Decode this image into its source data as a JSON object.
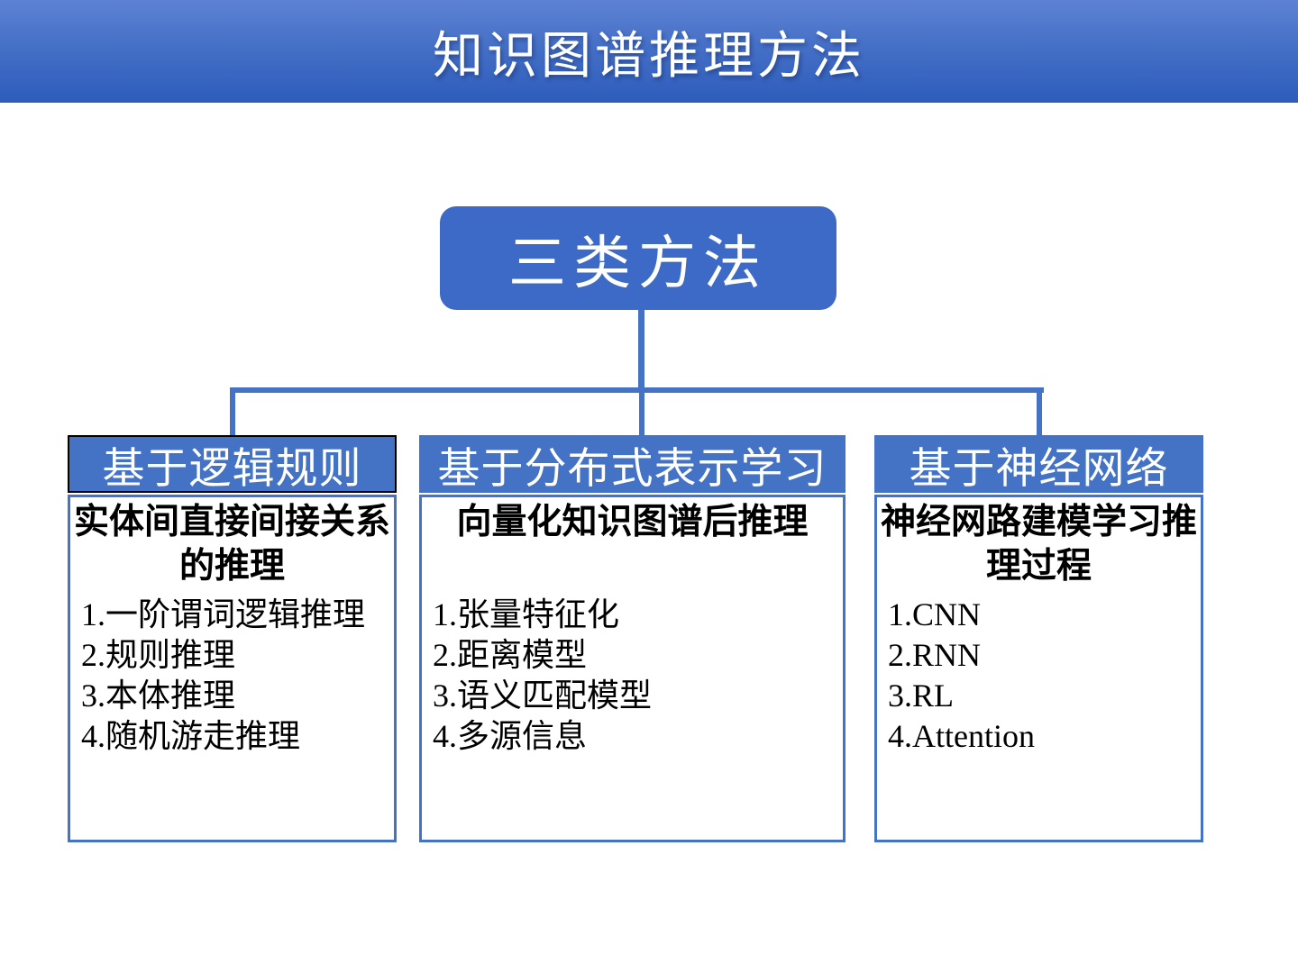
{
  "banner": {
    "title": "知识图谱推理方法"
  },
  "root_node": {
    "label": "三类方法"
  },
  "columns": [
    {
      "header": "基于逻辑规则",
      "subtitle": "实体间直接间接关系的推理",
      "items": [
        "1.一阶谓词逻辑推理",
        "2.规则推理",
        "3.本体推理",
        "4.随机游走推理"
      ]
    },
    {
      "header": "基于分布式表示学习",
      "subtitle": "向量化知识图谱后推理",
      "items": [
        "1.张量特征化",
        "2.距离模型",
        "3.语义匹配模型",
        "4.多源信息"
      ]
    },
    {
      "header": "基于神经网络",
      "subtitle": "神经网路建模学习推理过程",
      "items": [
        "1.CNN",
        "2.RNN",
        "3.RL",
        "4.Attention"
      ]
    }
  ],
  "colors": {
    "accent": "#4472c4",
    "root_fill": "#3c6ac6",
    "banner_top": "#5d82d3",
    "banner_bottom": "#2d5cbb",
    "header_text": "#ffffff",
    "body_text": "#000000",
    "column1_header_border": "#000000"
  }
}
